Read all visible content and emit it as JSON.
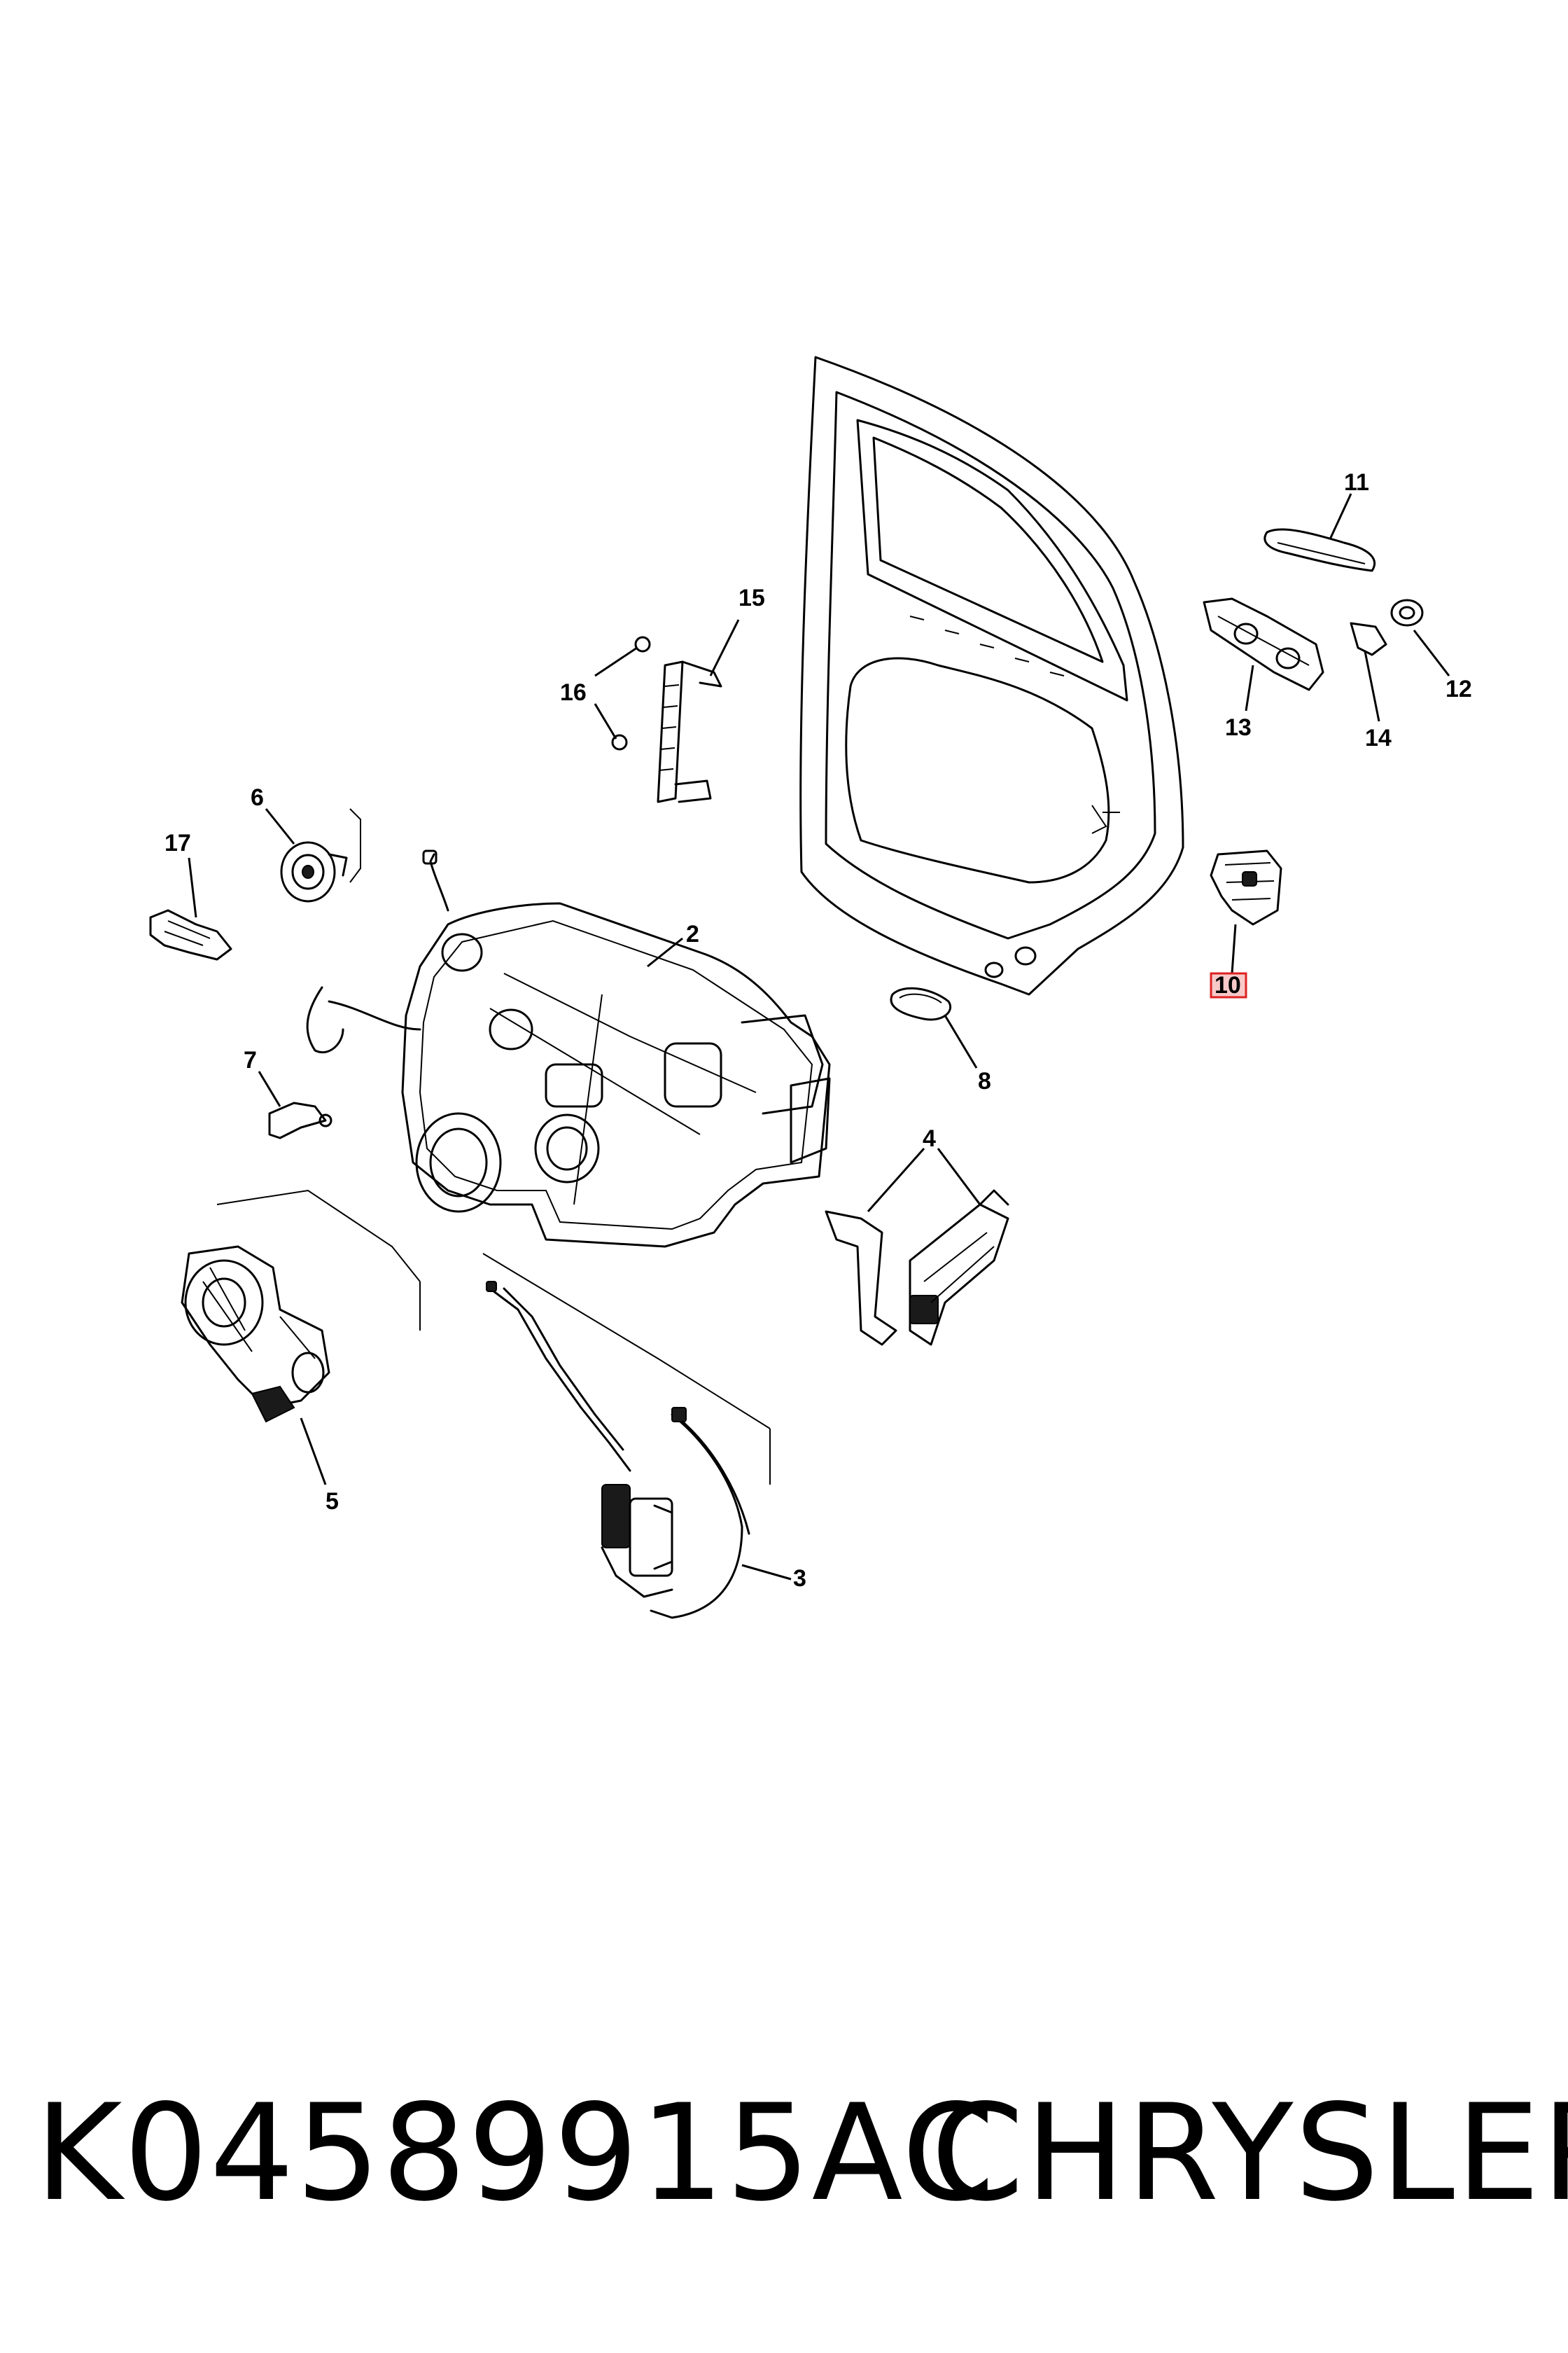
{
  "callouts": {
    "c1": "2",
    "c2": "3",
    "c3": "4",
    "c4": "5",
    "c5": "6",
    "c6": "7",
    "c7": "8",
    "c8": "10",
    "c9": "11",
    "c10": "12",
    "c11": "13",
    "c12": "14",
    "c13": "15",
    "c14": "16",
    "c15": "17"
  },
  "highlighted_callout": "10",
  "footer": {
    "part_number": "K04589915AC",
    "brand": "CHRYSLER"
  }
}
